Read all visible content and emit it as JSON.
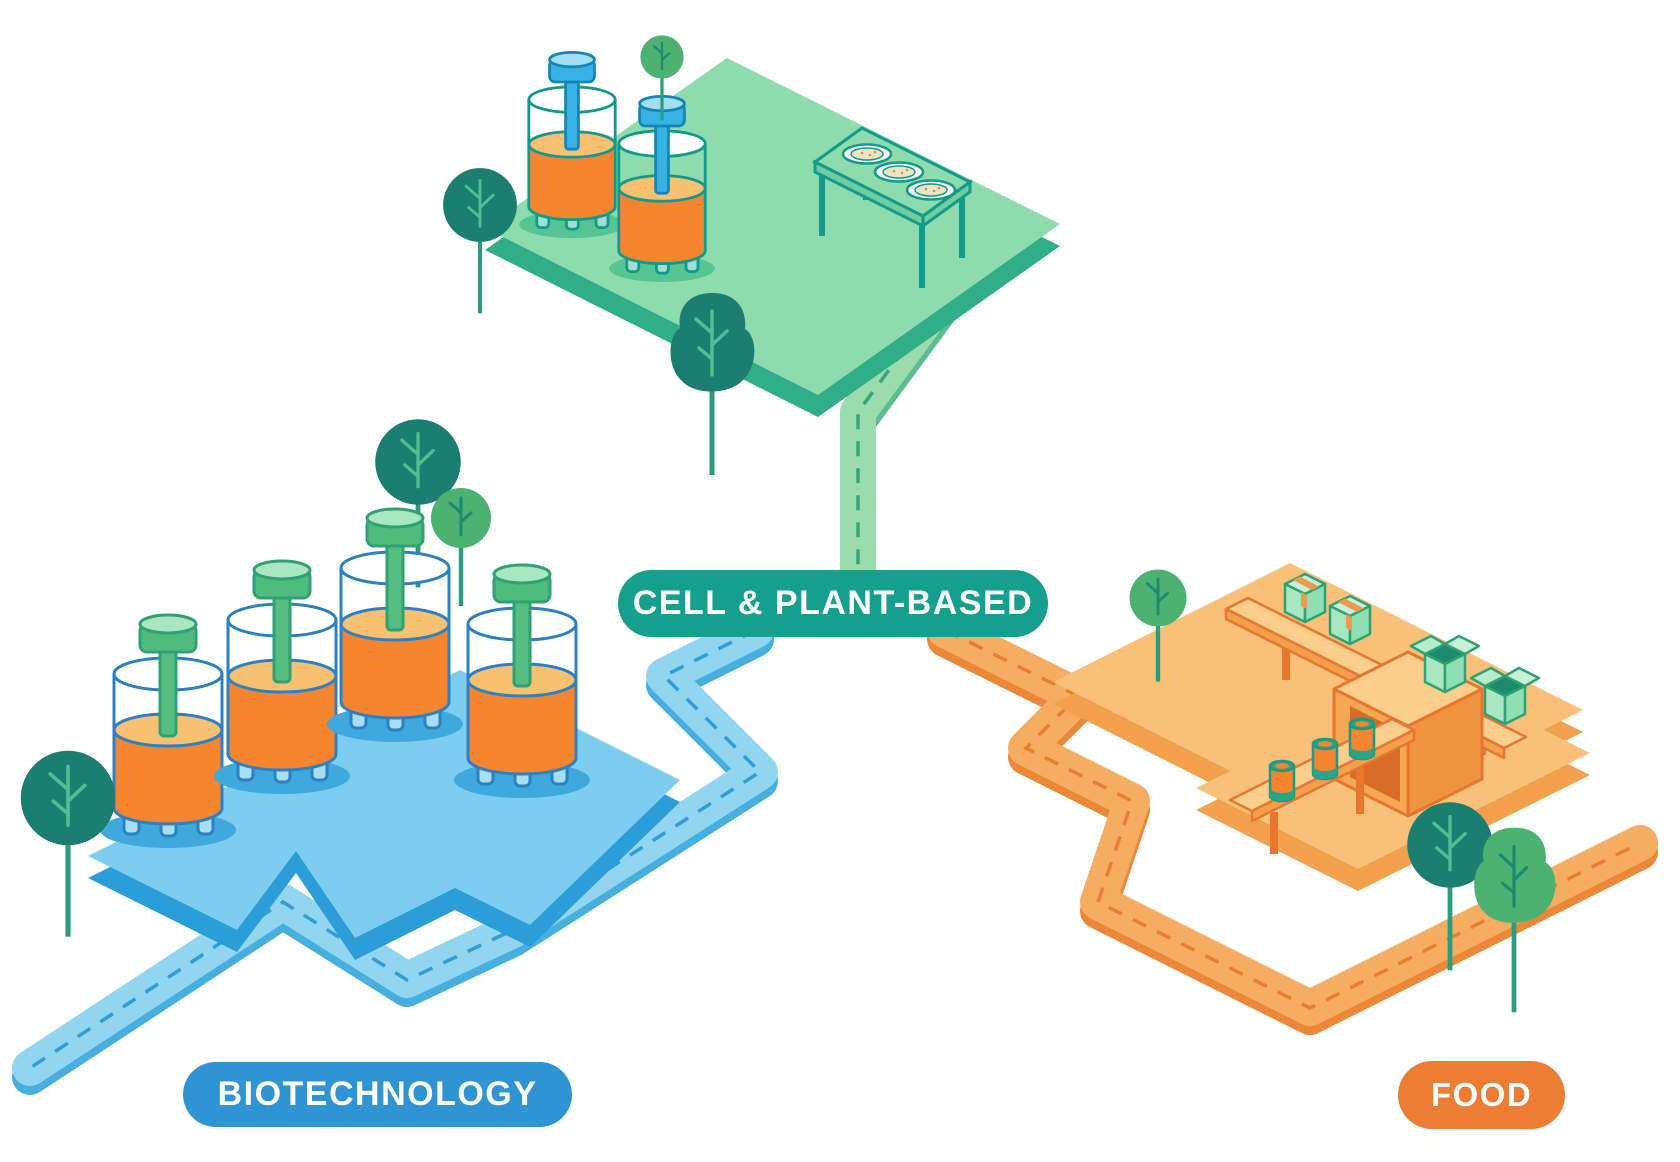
{
  "title": "Cell & plant-based, biotechnology and food production isometric diagram",
  "labels": {
    "cell_plant": "CELL & PLANT-BASED",
    "biotechnology": "BIOTECHNOLOGY",
    "food": "FOOD"
  },
  "palette": {
    "teal_label": "#14A08C",
    "blue_label": "#2E94D3",
    "orange_label": "#ED7C34",
    "green_platform_top": "#8EDCAE",
    "green_platform_side": "#2FAE88",
    "blue_platform_top": "#7CCDEF",
    "blue_platform_side": "#2B9DD8",
    "orange_platform_top": "#F9C07A",
    "orange_platform_side": "#F2A04C",
    "tank_orange": "#F5862F",
    "tank_orange_surface": "#F8C171",
    "cap_green": "#4FBC7D",
    "cap_blue": "#38B2E2",
    "tree_dark": "#1B7E70",
    "tree_green": "#4CB271",
    "box_green": "#A8E7C2"
  },
  "scene": {
    "platforms": [
      {
        "id": "cell-plant-platform",
        "label": "CELL & PLANT-BASED",
        "color": "#14A08C",
        "items": [
          "2 bioreactor tanks",
          "lab table with 3 petri dishes",
          "3 trees"
        ]
      },
      {
        "id": "biotechnology-platform",
        "label": "BIOTECHNOLOGY",
        "color": "#2E94D3",
        "items": [
          "4 bioreactor tanks",
          "3 trees"
        ]
      },
      {
        "id": "food-platform",
        "label": "FOOD",
        "color": "#ED7C34",
        "items": [
          "conveyor with 2 sealed boxes",
          "packing machine",
          "3 cans",
          "2 open boxes",
          "3 trees"
        ]
      }
    ],
    "roads": [
      "green road from the cell & plant-based platform to the center label",
      "blue road from the center label to the biotechnology platform",
      "orange road from the center label to the food platform"
    ]
  }
}
